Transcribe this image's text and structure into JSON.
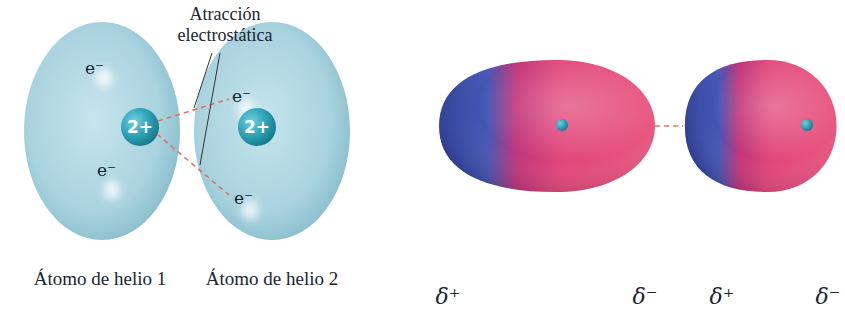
{
  "diagram": {
    "nodes": [
      {
        "text": [
          "e⁻",
          "e⁻",
          "Átomo de helio 1"
        ]
      },
      {
        "text": [
          "2+"
        ],
        "in": 0
      },
      {
        "text": [
          "e⁻",
          "e⁻",
          "Átomo de helio 2"
        ]
      },
      {
        "text": [
          "2+"
        ],
        "in": 2
      },
      {
        "text": [
          "δ⁺",
          "δ⁻"
        ]
      },
      {
        "text": [
          "δ⁺",
          "δ⁻"
        ]
      }
    ],
    "edges": [
      {
        "from": 4,
        "to": 5,
        "arrow": "none"
      }
    ],
    "labels": [
      "Atracción electrostática"
    ]
  }
}
